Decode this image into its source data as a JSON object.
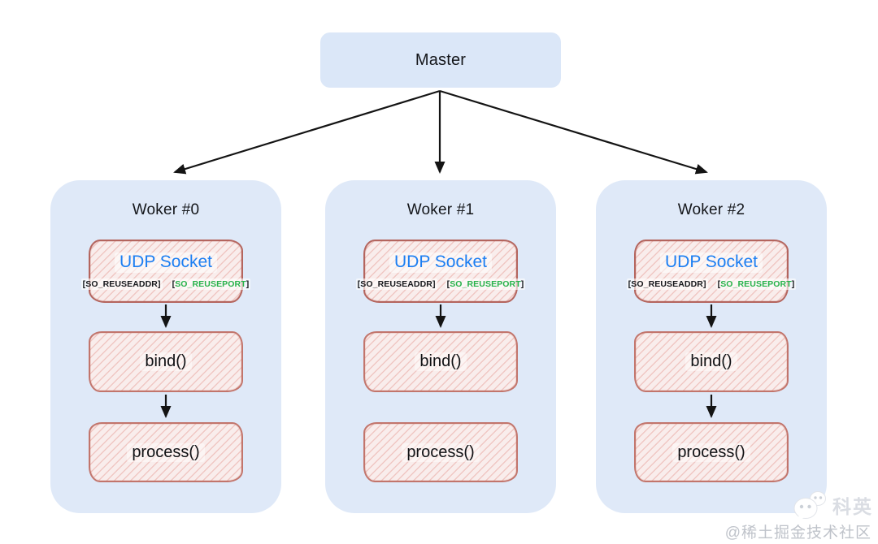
{
  "diagram": {
    "master": {
      "label": "Master"
    },
    "workers": [
      {
        "title": "Woker #0",
        "has_udp_bind_arrow": true,
        "has_bind_process_arrow": true
      },
      {
        "title": "Woker #1",
        "has_udp_bind_arrow": true,
        "has_bind_process_arrow": false
      },
      {
        "title": "Woker #2",
        "has_udp_bind_arrow": true,
        "has_bind_process_arrow": true
      }
    ],
    "socket_box": {
      "title": "UDP Socket",
      "option_reuseaddr": "[SO_REUSEADDR]",
      "option_reuseport_open": "[",
      "option_reuseport": "SO_REUSEPORT",
      "option_reuseport_close": "]"
    },
    "bind_label": "bind()",
    "process_label": "process()"
  },
  "watermark": {
    "icon": "wechat-icon",
    "brand": "科英",
    "community": "@稀土掘金技术社区"
  },
  "colors": {
    "container_bg": "#dfe9f8",
    "master_bg": "#dbe7f8",
    "box_border": "#b4655e",
    "box_fill": "#f9edec",
    "udp_text": "#1b7ef2",
    "reuseport_green": "#27b34b",
    "arrow": "#141414"
  }
}
